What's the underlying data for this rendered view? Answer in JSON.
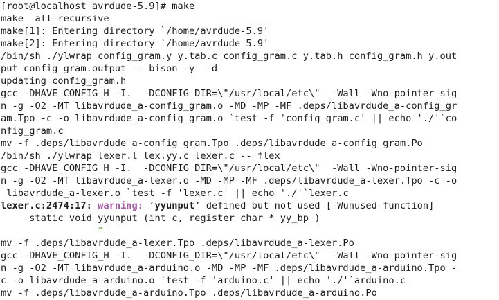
{
  "terminal": {
    "colors": {
      "background": "#ffffff",
      "text": "#1e1e1e",
      "warning": "#a35aa0",
      "caret": "#76b84b"
    },
    "lines": [
      "[root@localhost avrdude-5.9]# make",
      "make  all-recursive",
      "make[1]: Entering directory `/home/avrdude-5.9'",
      "make[2]: Entering directory `/home/avrdude-5.9'",
      "/bin/sh ./ylwrap config_gram.y y.tab.c config_gram.c y.tab.h config_gram.h y.out",
      "put config_gram.output -- bison -y  -d",
      "updating config_gram.h",
      "gcc -DHAVE_CONFIG_H -I.  -DCONFIG_DIR=\\\"/usr/local/etc\\\"  -Wall -Wno-pointer-sig",
      "n -g -O2 -MT libavrdude_a-config_gram.o -MD -MP -MF .deps/libavrdude_a-config_gr",
      "am.Tpo -c -o libavrdude_a-config_gram.o `test -f 'config_gram.c' || echo './'`co",
      "nfig_gram.c",
      "mv -f .deps/libavrdude_a-config_gram.Tpo .deps/libavrdude_a-config_gram.Po",
      "/bin/sh ./ylwrap lexer.l lex.yy.c lexer.c -- flex",
      "gcc -DHAVE_CONFIG_H -I.  -DCONFIG_DIR=\\\"/usr/local/etc\\\"  -Wall -Wno-pointer-sig",
      "n -g -O2 -MT libavrdude_a-lexer.o -MD -MP -MF .deps/libavrdude_a-lexer.Tpo -c -o",
      " libavrdude_a-lexer.o `test -f 'lexer.c' || echo './'`lexer.c"
    ],
    "warning_line": {
      "location": "lexer.c:2474:17:",
      "label": "warning:",
      "quote_open": " ‘",
      "symbol": "yyunput",
      "message": "’ defined but not used [-Wunused-function]"
    },
    "code_line": "     static void yyunput (int c, register char * yy_bp )",
    "caret_indent": "                 ",
    "caret": "^",
    "lines_after": [
      "mv -f .deps/libavrdude_a-lexer.Tpo .deps/libavrdude_a-lexer.Po",
      "gcc -DHAVE_CONFIG_H -I.  -DCONFIG_DIR=\\\"/usr/local/etc\\\"  -Wall -Wno-pointer-sig",
      "n -g -O2 -MT libavrdude_a-arduino.o -MD -MP -MF .deps/libavrdude_a-arduino.Tpo -",
      "c -o libavrdude_a-arduino.o `test -f 'arduino.c' || echo './'`arduino.c",
      "mv -f .deps/libavrdude_a-arduino.Tpo .deps/libavrdude_a-arduino.Po"
    ]
  }
}
